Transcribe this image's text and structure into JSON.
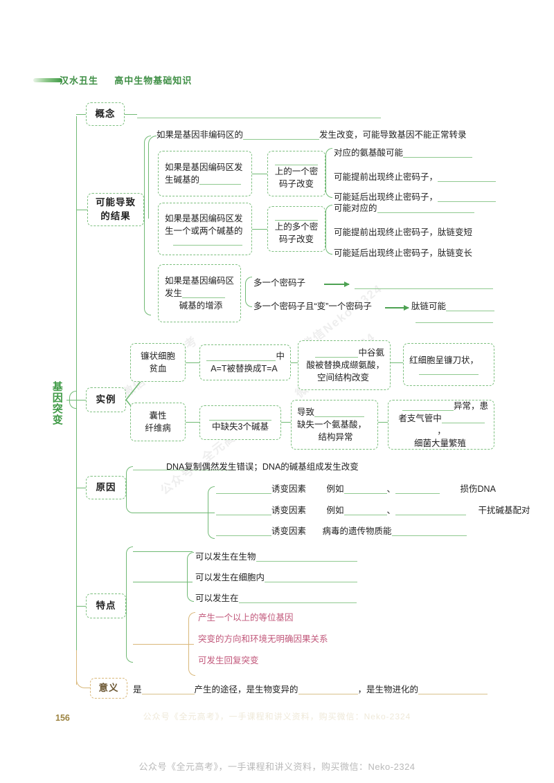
{
  "header": {
    "author": "汉水丑生",
    "subject": "高中生物基础知识",
    "accent": "#3f8f45"
  },
  "root": {
    "label": "基因突变"
  },
  "branches": {
    "concept": {
      "label": "概念"
    },
    "results": {
      "label": "可能导致的结果",
      "line1": "可能导致",
      "line2": "的结果"
    },
    "examples": {
      "label": "实例"
    },
    "causes": {
      "label": "原因"
    },
    "features": {
      "label": "特点"
    },
    "meaning": {
      "label": "意义"
    }
  },
  "concept_row": {
    "text_a": "如果是基因非编码区的",
    "text_b": "发生改变，可能导致基因不能正常转录"
  },
  "results": {
    "case1": {
      "box_line1": "如果是基因编码区发",
      "box_line2": "生碱基的",
      "mid_line1": "上的一个密",
      "mid_line2": "码子改变",
      "outcomes": [
        "对应的氨基酸可能",
        "可能提前出现终止密码子，",
        "可能延后出现终止密码子，"
      ]
    },
    "case2": {
      "box_line1": "如果是基因编码区发",
      "box_line2": "生一个或两个碱基的",
      "mid_line1": "上的多个密",
      "mid_line2": "码子改变",
      "outcomes": [
        "可能对应的",
        "可能提前出现终止密码子，肽链变短",
        "可能延后出现终止密码子，肽链变长"
      ]
    },
    "case3": {
      "box_line1": "如果是基因编码区",
      "box_line2": "发生",
      "box_line3": "碱基的增添",
      "outcomes": [
        {
          "before": "多一个密码子",
          "after": ""
        },
        {
          "before": "多一个密码子且“变”一个密码子",
          "after": "肽链可能"
        }
      ]
    }
  },
  "examples": [
    {
      "name_line1": "镰状细胞",
      "name_line2": "贫血",
      "mid_line1_suffix": "中",
      "mid_line2": "A=T被替换成T=A",
      "effect_line1_suffix": "中谷氨",
      "effect_line2": "酸被替换成缬氨酸，",
      "effect_line3": "空间结构改变",
      "result_line1": "红细胞呈镰刀状，",
      "result_line2": ""
    },
    {
      "name_line1": "囊性",
      "name_line2": "纤维病",
      "mid_line1_suffix": "",
      "mid_line2": "中缺失3个碱基",
      "effect_line1": "导致",
      "effect_line2": "缺失一个氨基酸，",
      "effect_line3": "结构异常",
      "result_line1_suffix": "异常，患",
      "result_line2": "者支气管中",
      "result_line3": "细菌大量繁殖"
    }
  ],
  "causes": {
    "top": "DNA复制偶然发生错误；DNA的碱基组成发生改变",
    "rows": [
      {
        "factor": "诱变因素",
        "example_label": "例如",
        "tail": "损伤DNA"
      },
      {
        "factor": "诱变因素",
        "example_label": "例如",
        "tail": "干扰碱基配对"
      },
      {
        "factor": "诱变因素",
        "example_label": "病毒的遗传物质能",
        "tail": ""
      }
    ]
  },
  "features": {
    "green": [
      "可以发生在生物",
      "可以发生在细胞内",
      "可以发生在"
    ],
    "pink": [
      "产生一个以上的等位基因",
      "突变的方向和环境无明确因果关系",
      "可发生回复突变"
    ],
    "pink_color": "#c1577a"
  },
  "meaning": {
    "a": "是",
    "b": "产生的途径，是生物变异的",
    "c": "，是生物进化的"
  },
  "page_number": "156",
  "footer": "公众号《全元高考》，一手课程和讲义资料，购买微信：Neko-2324",
  "watermarks": [
    "微信Neko-2324",
    "公众号：全元高考",
    "微信：全元高考"
  ]
}
